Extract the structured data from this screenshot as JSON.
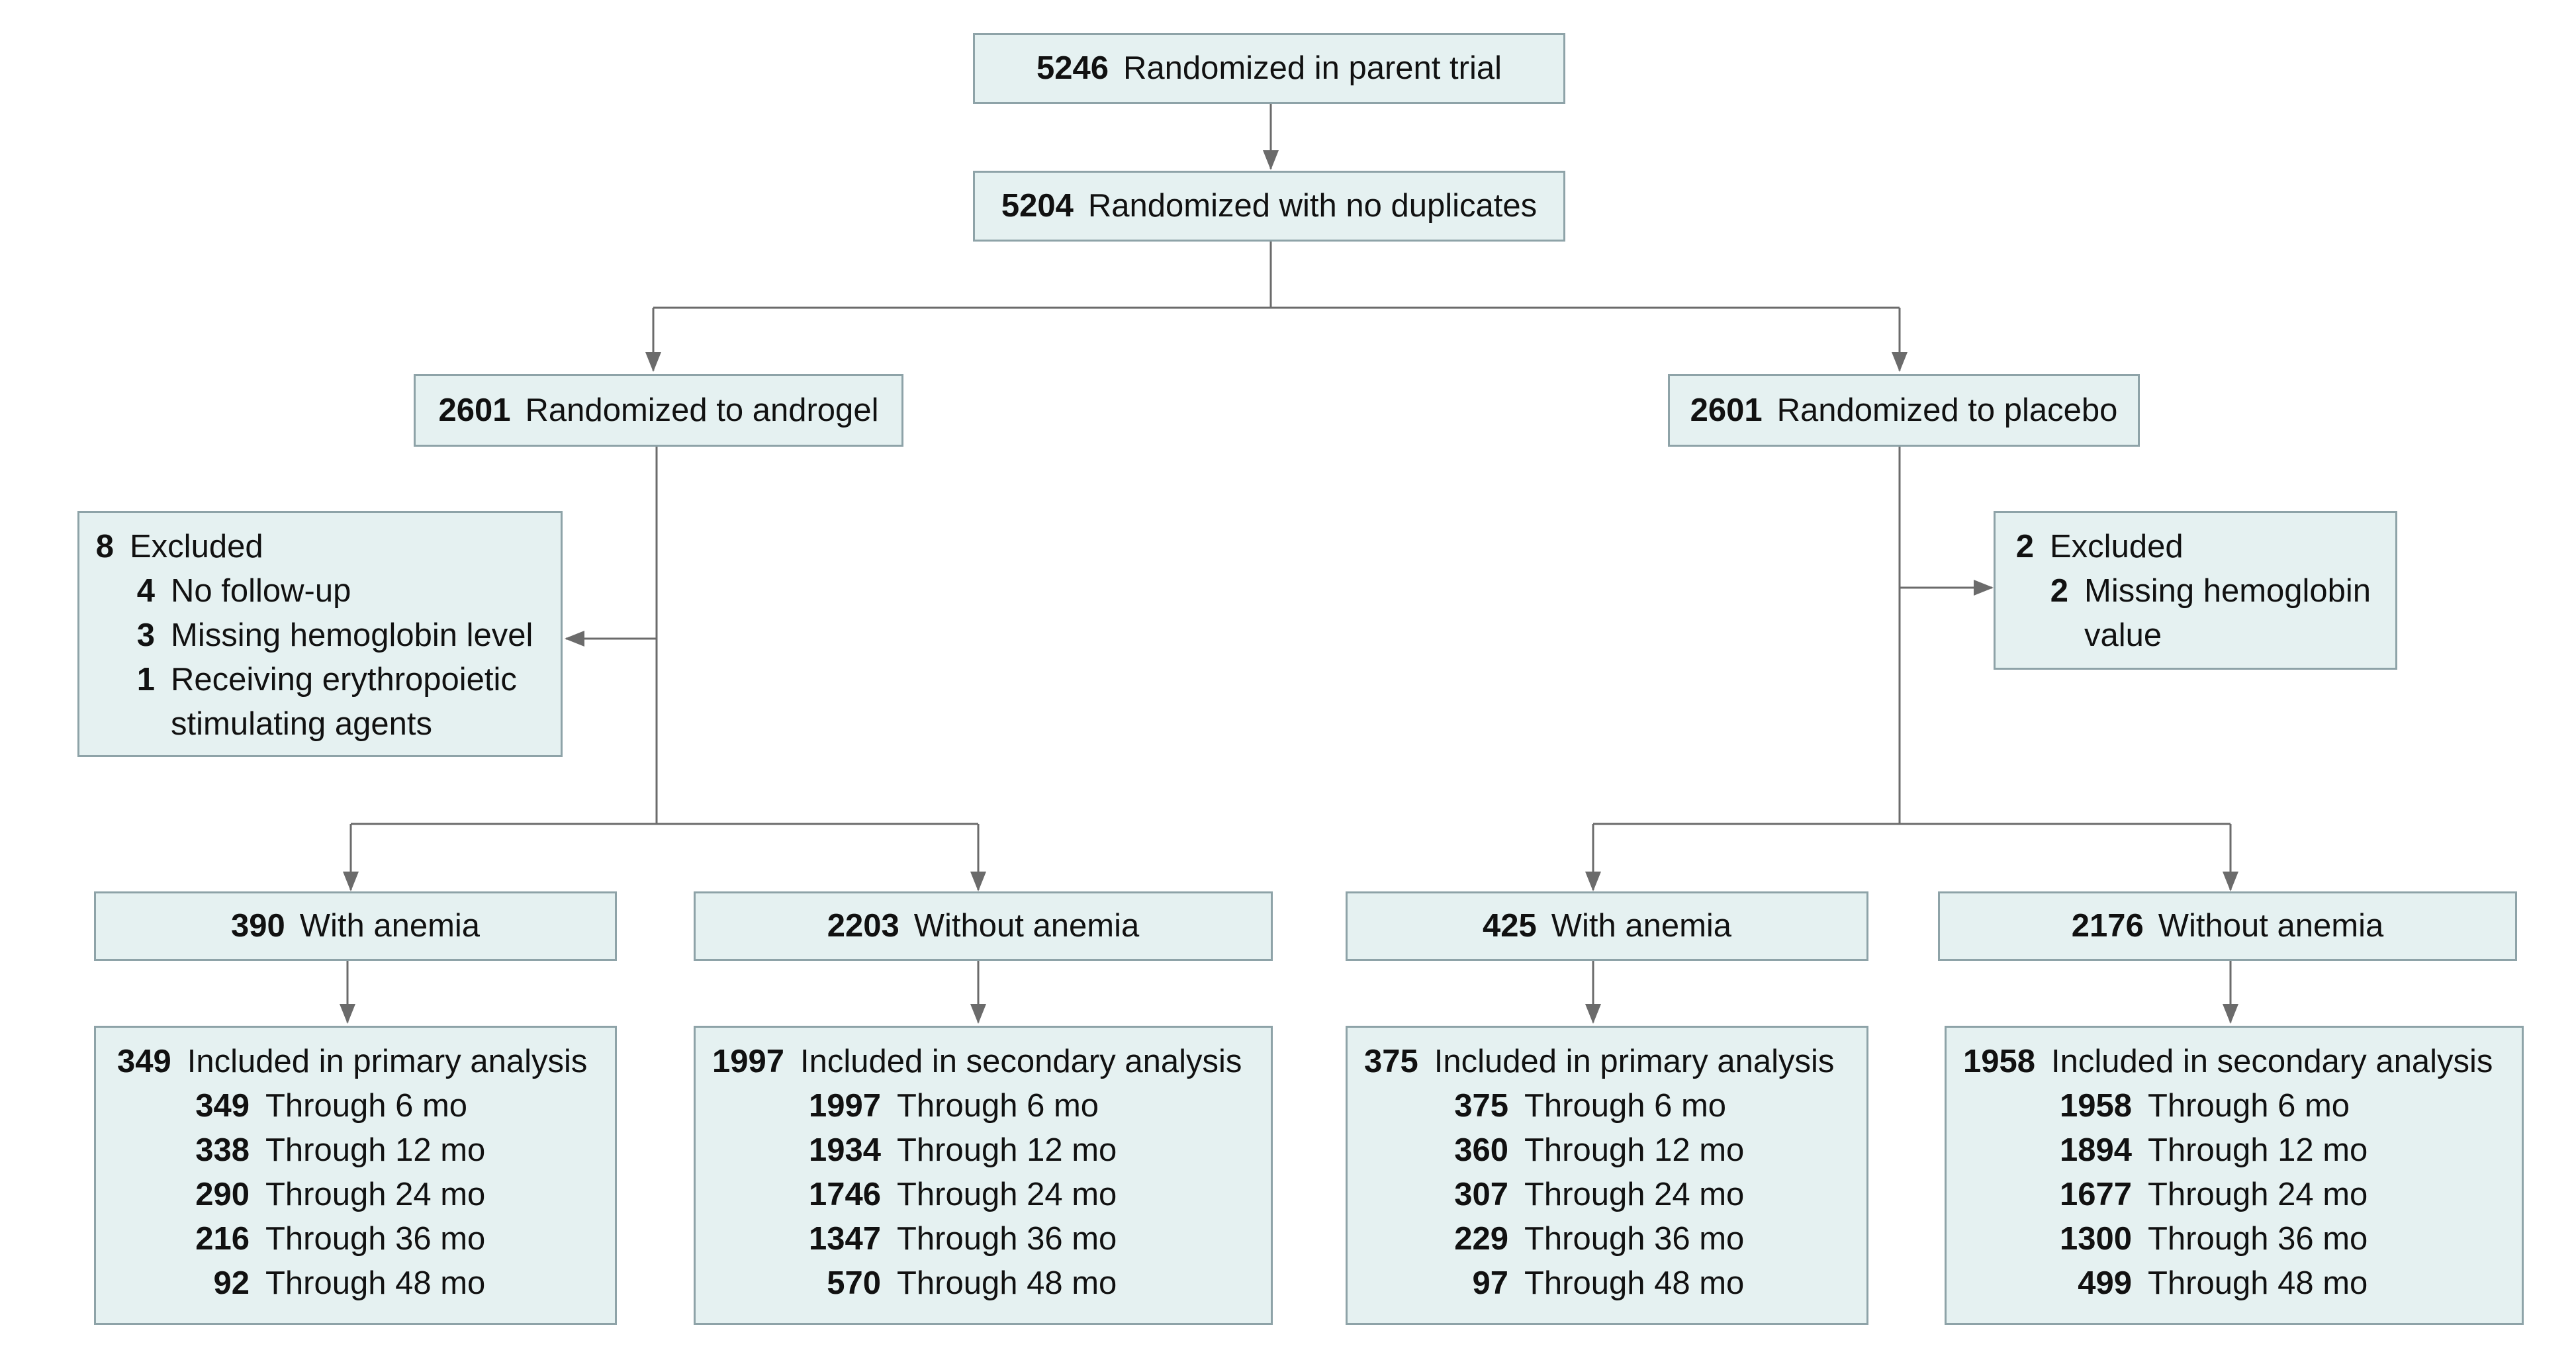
{
  "top": [
    {
      "count": "5246",
      "label": "Randomized in parent trial"
    },
    {
      "count": "5204",
      "label": "Randomized with no duplicates"
    }
  ],
  "arms": [
    {
      "count": "2601",
      "label": "Randomized to androgel"
    },
    {
      "count": "2601",
      "label": "Randomized to placebo"
    }
  ],
  "excluded": [
    {
      "count": "8",
      "label": "Excluded",
      "reasons": [
        {
          "count": "4",
          "label": "No follow-up"
        },
        {
          "count": "3",
          "label": "Missing hemoglobin level"
        },
        {
          "count": "1",
          "label": "Receiving erythropoietic stimulating agents"
        }
      ]
    },
    {
      "count": "2",
      "label": "Excluded",
      "reasons": [
        {
          "count": "2",
          "label": "Missing hemoglobin value"
        }
      ]
    }
  ],
  "groups": [
    {
      "count": "390",
      "label": "With anemia"
    },
    {
      "count": "2203",
      "label": "Without anemia"
    },
    {
      "count": "425",
      "label": "With anemia"
    },
    {
      "count": "2176",
      "label": "Without anemia"
    }
  ],
  "analyses": [
    {
      "count": "349",
      "label": "Included in primary analysis",
      "followup": [
        {
          "count": "349",
          "label": "Through 6 mo"
        },
        {
          "count": "338",
          "label": "Through 12 mo"
        },
        {
          "count": "290",
          "label": "Through 24 mo"
        },
        {
          "count": "216",
          "label": "Through 36 mo"
        },
        {
          "count": "92",
          "label": "Through 48 mo"
        }
      ]
    },
    {
      "count": "1997",
      "label": "Included in secondary analysis",
      "followup": [
        {
          "count": "1997",
          "label": "Through 6 mo"
        },
        {
          "count": "1934",
          "label": "Through 12 mo"
        },
        {
          "count": "1746",
          "label": "Through 24 mo"
        },
        {
          "count": "1347",
          "label": "Through 36 mo"
        },
        {
          "count": "570",
          "label": "Through 48 mo"
        }
      ]
    },
    {
      "count": "375",
      "label": "Included in primary analysis",
      "followup": [
        {
          "count": "375",
          "label": "Through 6 mo"
        },
        {
          "count": "360",
          "label": "Through 12 mo"
        },
        {
          "count": "307",
          "label": "Through 24 mo"
        },
        {
          "count": "229",
          "label": "Through 36 mo"
        },
        {
          "count": "97",
          "label": "Through 48 mo"
        }
      ]
    },
    {
      "count": "1958",
      "label": "Included in secondary analysis",
      "followup": [
        {
          "count": "1958",
          "label": "Through 6 mo"
        },
        {
          "count": "1894",
          "label": "Through 12 mo"
        },
        {
          "count": "1677",
          "label": "Through 24 mo"
        },
        {
          "count": "1300",
          "label": "Through 36 mo"
        },
        {
          "count": "499",
          "label": "Through 48 mo"
        }
      ]
    }
  ]
}
